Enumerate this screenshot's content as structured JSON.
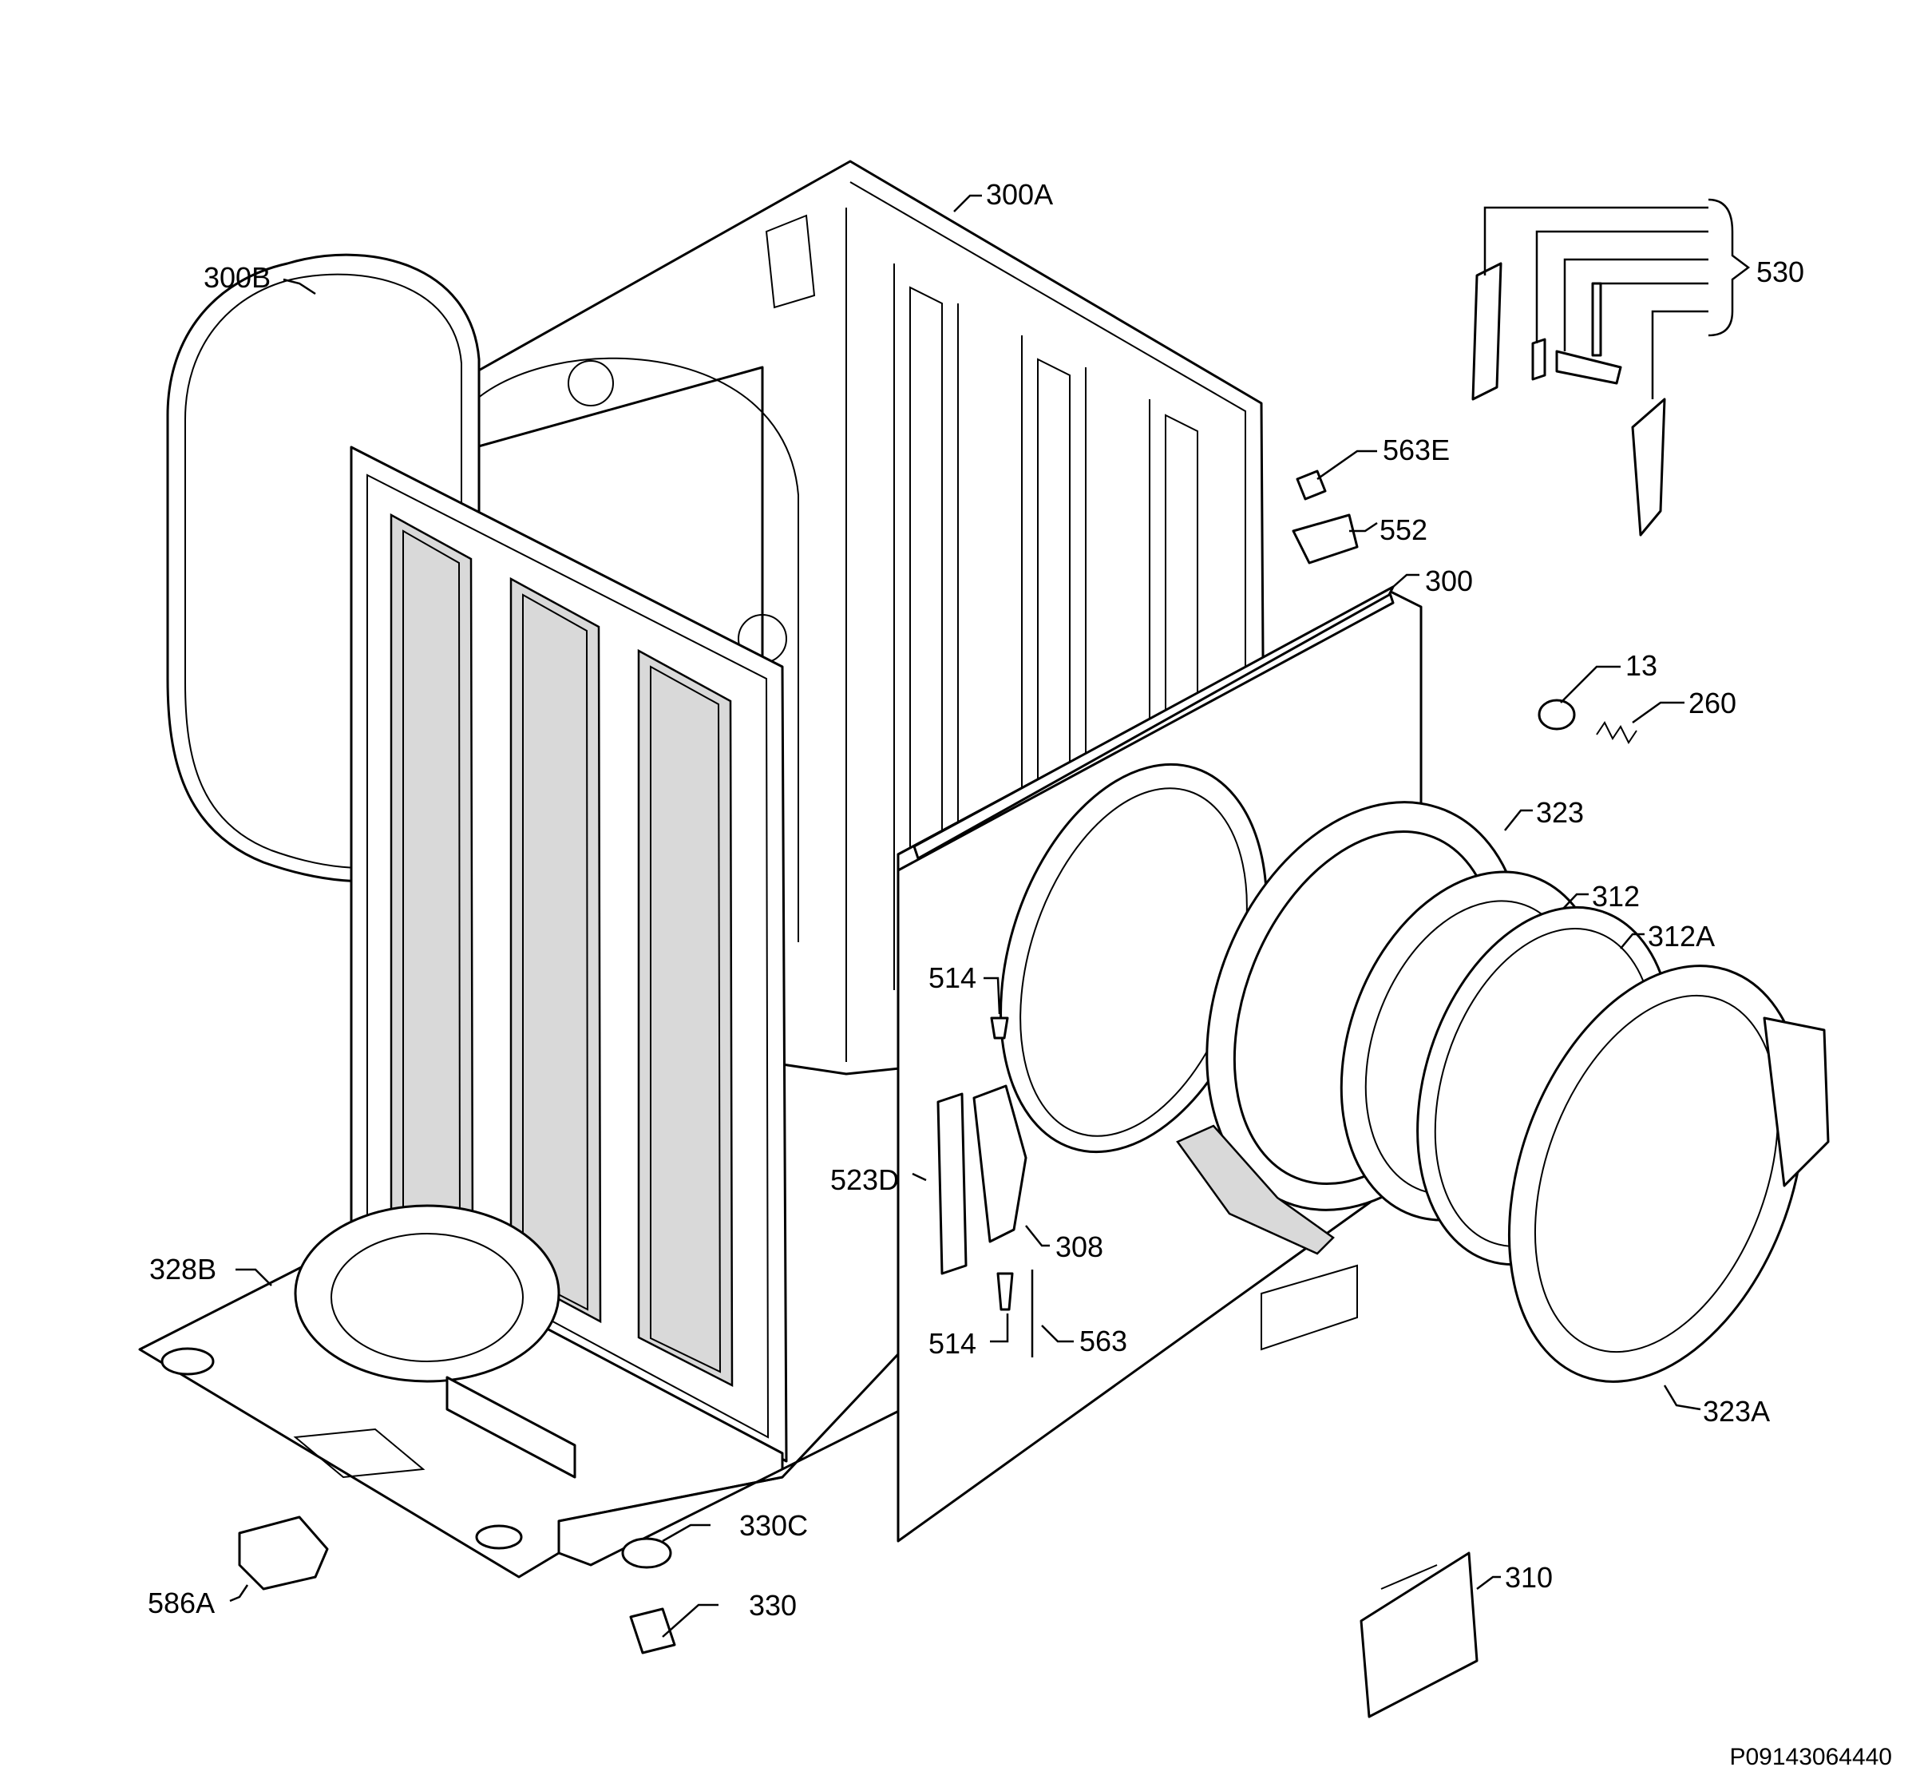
{
  "diagram": {
    "drawing_code": "P09143064440",
    "part_labels": {
      "p300A": "300A",
      "p300B": "300B",
      "p530": "530",
      "p563E": "563E",
      "p552": "552",
      "p300": "300",
      "p13": "13",
      "p260": "260",
      "p323": "323",
      "p312": "312",
      "p312A": "312A",
      "p514a": "514",
      "p523D": "523D",
      "p308": "308",
      "p514b": "514",
      "p563": "563",
      "p328B": "328B",
      "p323A": "323A",
      "p330C": "330C",
      "p330": "330",
      "p586A": "586A",
      "p310": "310"
    }
  }
}
